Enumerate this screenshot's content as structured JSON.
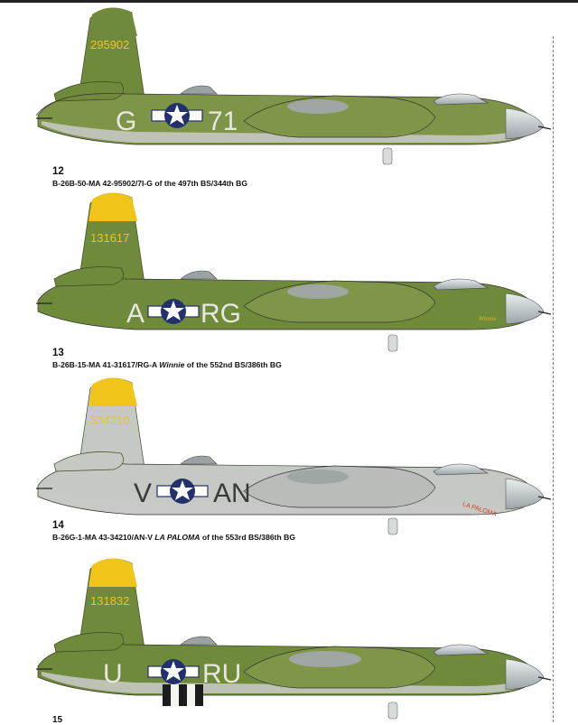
{
  "plates": [
    {
      "serial": "295902",
      "code_left": "G",
      "code_right": "71",
      "nose_art": "",
      "colors": {
        "upper": "#6f8a3a",
        "lower": "#c4c9c2",
        "tail_band": "",
        "markings": "#e7e7e2",
        "serial_color": "#e6c62c"
      },
      "caption": {
        "number": "12",
        "before": "B-26B-50-MA 42-95902/7I-G of the 497th BS/344th BG",
        "italic": "",
        "after": ""
      }
    },
    {
      "serial": "131617",
      "code_left": "A",
      "code_right": "RG",
      "nose_art": "Winnie",
      "colors": {
        "upper": "#6f8a3a",
        "lower": "#6f8a3a",
        "tail_band": "#f0c419",
        "markings": "#e7e7e2",
        "serial_color": "#f0c419"
      },
      "caption": {
        "number": "13",
        "before": "B-26B-15-MA 41-31617/RG-A ",
        "italic": "Winnie",
        "after": " of the 552nd BS/386th BG"
      }
    },
    {
      "serial": "334210",
      "code_left": "V",
      "code_right": "AN",
      "nose_art": "LA PALOMA",
      "colors": {
        "upper": "#c5c9c4",
        "lower": "#c5c9c4",
        "tail_band": "#f0c419",
        "markings": "#3a3a36",
        "serial_color": "#f0c419"
      },
      "caption": {
        "number": "14",
        "before": "B-26G-1-MA 43-34210/AN-V ",
        "italic": "LA PALOMA",
        "after": " of the 553rd BS/386th BG"
      }
    },
    {
      "serial": "131832",
      "code_left": "U",
      "code_right": "RU",
      "nose_art": "",
      "colors": {
        "upper": "#6f8a3a",
        "lower": "#c4c9c2",
        "tail_band": "#f0c419",
        "markings": "#e7e7e2",
        "serial_color": "#f0c419"
      },
      "caption": {
        "number": "",
        "before": "",
        "italic": "",
        "after": ""
      }
    }
  ],
  "page_marker": "15"
}
